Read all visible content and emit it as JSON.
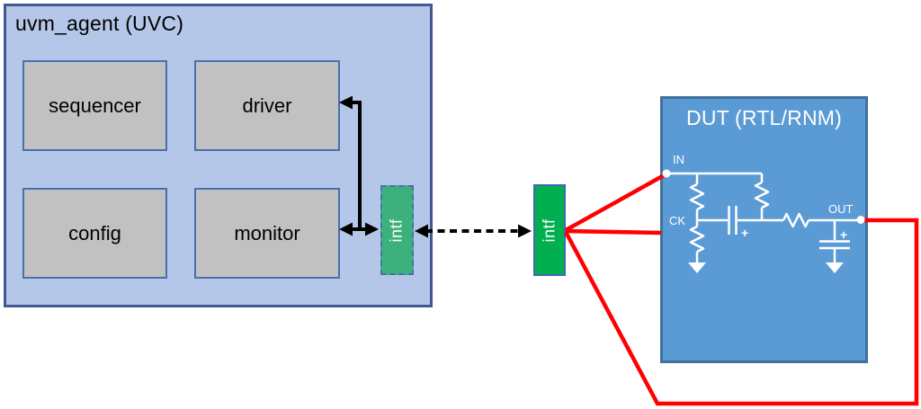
{
  "agent": {
    "title": "uvm_agent (UVC)",
    "blocks": [
      {
        "label": "sequencer"
      },
      {
        "label": "driver"
      },
      {
        "label": "config"
      },
      {
        "label": "monitor"
      }
    ],
    "virtual_interface": {
      "label": "intf"
    }
  },
  "interconnect": {
    "interface": {
      "label": "intf"
    }
  },
  "dut": {
    "title": "DUT (RTL/RNM)",
    "port_in_label": "IN",
    "port_ck_label": "CK",
    "port_out_label": "OUT",
    "cap_mid_polarity": "+",
    "cap_out_polarity": "+"
  },
  "colors": {
    "agent_fill": "#b5c7e8",
    "agent_border": "#41598f",
    "block_fill": "#c1c1c1",
    "block_border": "#4a6fae",
    "virtual_intf_fill": "#3db17d",
    "intf_fill": "#00b050",
    "intf_border": "#4169ad",
    "dut_fill": "#5b9bd5",
    "dut_border": "#41719c",
    "wire_red": "#ff0000",
    "connector_black": "#000000",
    "schematic_white": "#ffffff"
  }
}
